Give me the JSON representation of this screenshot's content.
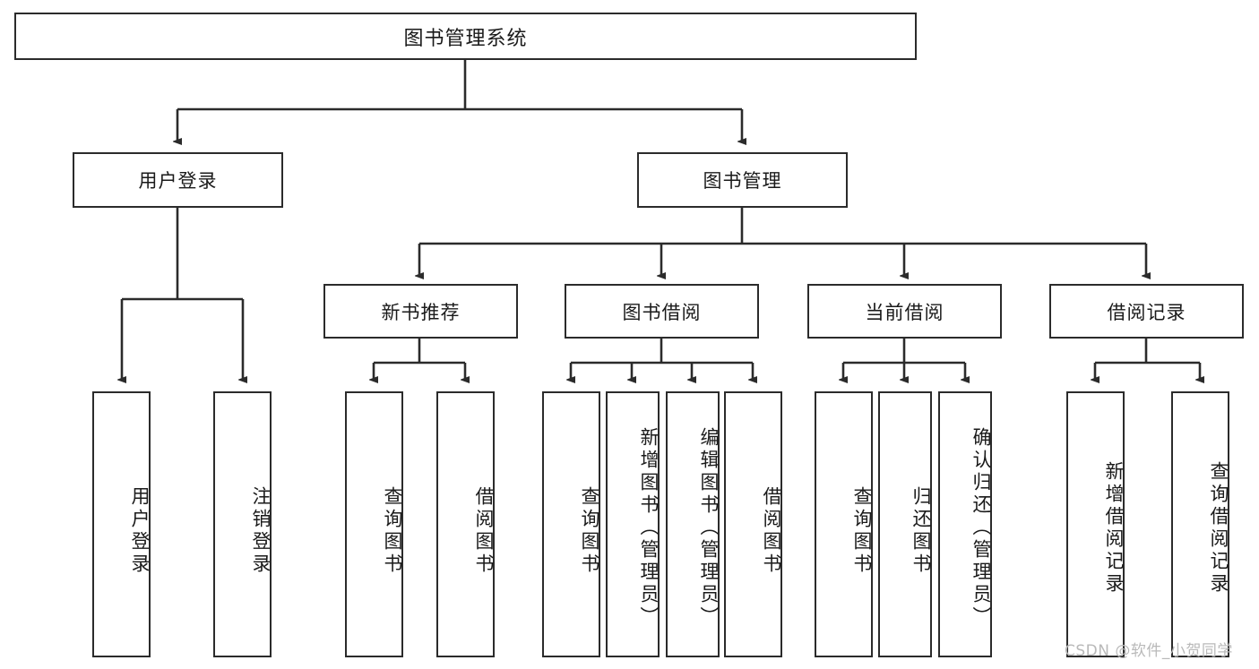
{
  "diagram": {
    "title": "图书管理系统",
    "type": "hierarchy-tree",
    "colors": {
      "box_border": "#2b2b2b",
      "box_fill": "#ffffff",
      "edge": "#2b2b2b",
      "text": "#1a1a1a",
      "watermark": "#b9b9b9"
    },
    "levels": {
      "root": {
        "label": "图书管理系统"
      },
      "level2": [
        {
          "label": "用户登录"
        },
        {
          "label": "图书管理"
        }
      ],
      "level3": [
        {
          "label": "新书推荐"
        },
        {
          "label": "图书借阅"
        },
        {
          "label": "当前借阅"
        },
        {
          "label": "借阅记录"
        }
      ],
      "leaves": {
        "user_login": [
          {
            "label": "用户登录"
          },
          {
            "label": "注销登录"
          }
        ],
        "new_book_recommend": [
          {
            "label": "查询图书"
          },
          {
            "label": "借阅图书"
          }
        ],
        "book_borrow": [
          {
            "label": "查询图书"
          },
          {
            "label": "新增图书（管理员）"
          },
          {
            "label": "编辑图书（管理员）"
          },
          {
            "label": "借阅图书"
          }
        ],
        "current_borrow": [
          {
            "label": "查询图书"
          },
          {
            "label": "归还图书"
          },
          {
            "label": "确认归还（管理员）"
          }
        ],
        "borrow_record": [
          {
            "label": "新增借阅记录"
          },
          {
            "label": "查询借阅记录"
          }
        ]
      }
    }
  },
  "watermark": {
    "text": "CSDN @软件_小贺同学"
  }
}
